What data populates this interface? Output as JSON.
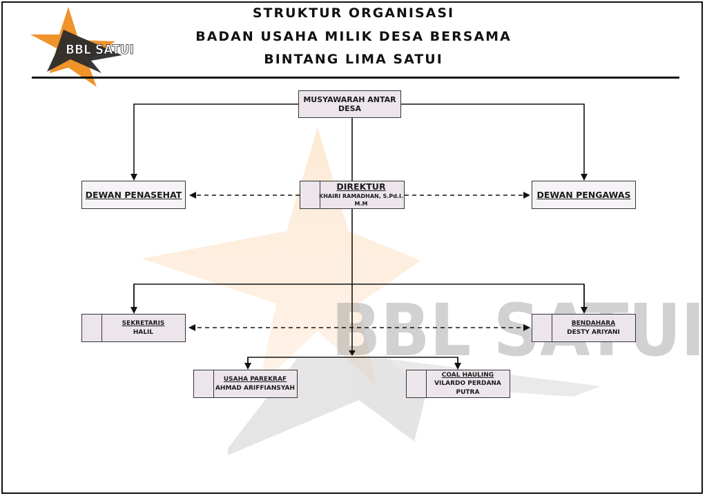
{
  "header": {
    "title_line1": "STRUKTUR ORGANISASI",
    "title_line2": "BADAN USAHA MILIK DESA BERSAMA",
    "title_line3": "BINTANG LIMA SATUI"
  },
  "logo": {
    "text": "BBL SATUI"
  },
  "watermark": {
    "text": "BBL SATUI"
  },
  "colors": {
    "accent_orange": "#f0932a",
    "dark": "#222222",
    "box_fill": "#ece6ec"
  },
  "nodes": {
    "mad": {
      "label": "MUSYAWARAH ANTAR DESA"
    },
    "penasehat": {
      "label": "DEWAN PENASEHAT"
    },
    "direktur": {
      "role": "DIREKTUR",
      "name": "KHAIRI RAMADHAN, S.Pd.I. M.M"
    },
    "pengawas": {
      "label": "DEWAN PENGAWAS"
    },
    "sekretaris": {
      "role": "SEKRETARIS",
      "name": "HALIL"
    },
    "bendahara": {
      "role": "BENDAHARA",
      "name": "DESTY ARIYANI"
    },
    "parekraf": {
      "role": "USAHA PAREKRAF",
      "name": "AHMAD ARIFFIANSYAH"
    },
    "coal": {
      "role": "COAL HAULING",
      "name": "VILARDO PERDANA PUTRA"
    }
  }
}
